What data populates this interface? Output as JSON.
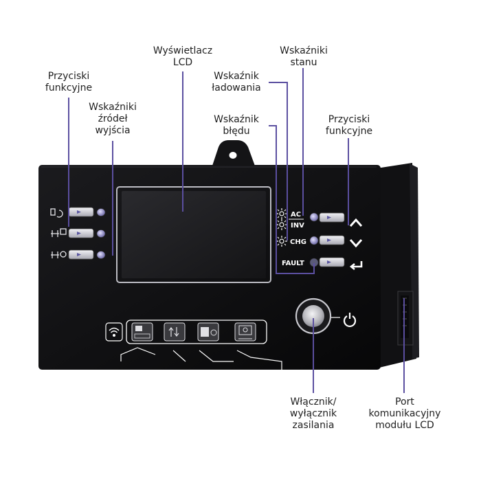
{
  "labels": {
    "lcd": "Wyświetlacz\nLCD",
    "status": "Wskaźniki\nstanu",
    "func_left": "Przyciski\nfunkcyjne",
    "output_src": "Wskaźniki\nźródeł\nwyjścia",
    "charging": "Wskaźnik\nładowania",
    "fault": "Wskaźnik\nbłędu",
    "func_right": "Przyciski\nfunkcyjne",
    "power": "Włącznik/\nwyłącznik\nzasilania",
    "port": "Port\nkomunikacyjny\nmodułu LCD"
  },
  "panel_text": {
    "ac": "AC",
    "inv": "INV",
    "chg": "CHG",
    "fault": "FAULT"
  },
  "colors": {
    "leader_line": "#5b4fa0",
    "panel": "#0d0d0f",
    "led": "#8a86c8"
  },
  "icons": [
    "wifi-icon",
    "battery-solar-icon",
    "usb-icon",
    "lithium-battery-icon",
    "settings-icon",
    "power-icon",
    "arrow-up-icon",
    "arrow-down-icon",
    "enter-icon"
  ]
}
